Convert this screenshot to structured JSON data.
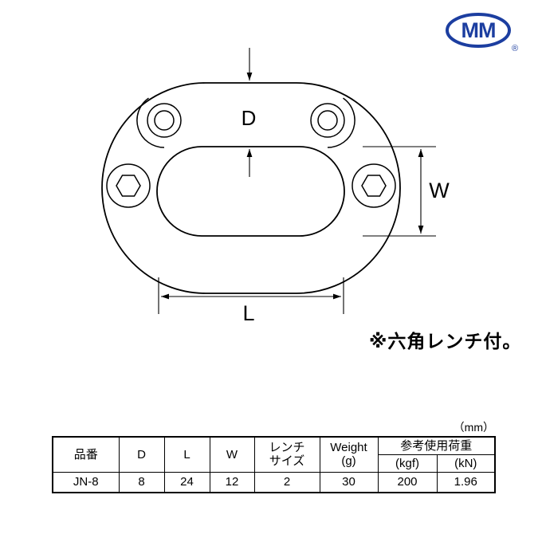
{
  "logo": {
    "text": "MM",
    "registered": "®",
    "color": "#1c3ea0"
  },
  "diagram": {
    "d_label": "D",
    "w_label": "W",
    "l_label": "L"
  },
  "note": "※六角レンチ付。",
  "unit": "（mm）",
  "table": {
    "headers": {
      "part": "品番",
      "d": "D",
      "l": "L",
      "w": "W",
      "wrench_1": "レンチ",
      "wrench_2": "サイズ",
      "weight_1": "Weight",
      "weight_2": "(g)",
      "load": "参考使用荷重",
      "kgf": "(kgf)",
      "kn": "(kN)"
    },
    "row": {
      "part": "JN-8",
      "d": "8",
      "l": "24",
      "w": "12",
      "wrench": "2",
      "weight": "30",
      "kgf": "200",
      "kn": "1.96"
    }
  }
}
